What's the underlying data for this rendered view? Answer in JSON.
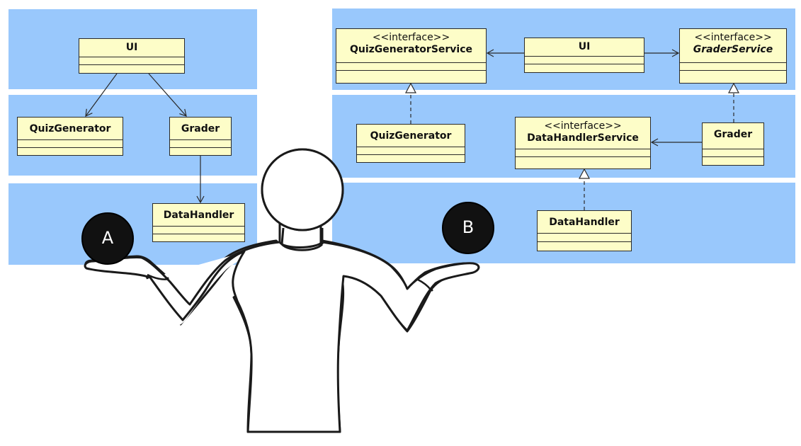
{
  "diagram_a": {
    "ui": {
      "name": "UI"
    },
    "quiz_generator": {
      "name": "QuizGenerator"
    },
    "grader": {
      "name": "Grader"
    },
    "data_handler": {
      "name": "DataHandler"
    }
  },
  "diagram_b": {
    "quiz_generator_service": {
      "stereotype": "<<interface>>",
      "name": "QuizGeneratorService"
    },
    "ui": {
      "name": "UI"
    },
    "grader_service": {
      "stereotype": "<<interface>>",
      "name": "GraderService"
    },
    "quiz_generator": {
      "name": "QuizGenerator"
    },
    "data_handler_service": {
      "stereotype": "<<interface>>",
      "name": "DataHandlerService"
    },
    "grader": {
      "name": "Grader"
    },
    "data_handler": {
      "name": "DataHandler"
    }
  },
  "options": {
    "a": "A",
    "b": "B"
  },
  "colors": {
    "layer": "#99c8fc",
    "class_fill": "#fdfdc8",
    "ball": "#111111"
  }
}
